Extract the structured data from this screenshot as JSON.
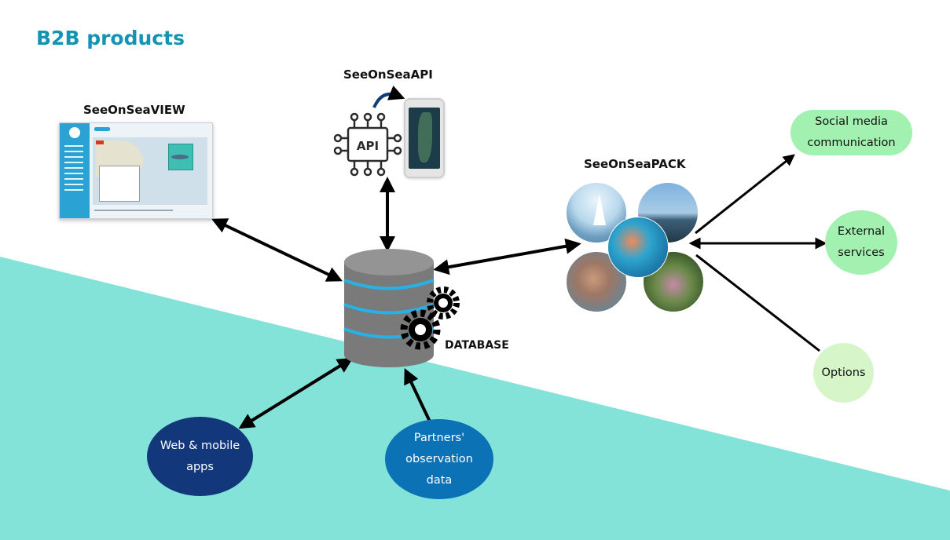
{
  "page": {
    "title": "B2B products"
  },
  "colors": {
    "title": "#1593b4",
    "teal_band": "#84e3d8",
    "web_apps_bubble": "#12377b",
    "partners_bubble": "#0b72b5",
    "green_bubble": "#a3f1b0",
    "database": "#7a7a7a",
    "db_stripe": "#27b2e7"
  },
  "products": {
    "view": {
      "label": "SeeOnSeaVIEW"
    },
    "api": {
      "label": "SeeOnSeaAPI",
      "icon_text": "API"
    },
    "pack": {
      "label": "SeeOnSeaPACK"
    }
  },
  "database": {
    "label": "DATABASE"
  },
  "sources": {
    "web_apps": {
      "lines": [
        "Web & mobile",
        "apps"
      ]
    },
    "partners": {
      "lines": [
        "Partners'",
        "observation",
        "data"
      ]
    }
  },
  "outputs": {
    "social": {
      "lines": [
        "Social media",
        "communication"
      ]
    },
    "external": {
      "lines": [
        "External",
        "services"
      ]
    },
    "options": {
      "lines": [
        "Options"
      ]
    }
  },
  "icons": [
    "api-chip-icon",
    "curved-arrow-icon",
    "gear-icon",
    "database-icon"
  ]
}
